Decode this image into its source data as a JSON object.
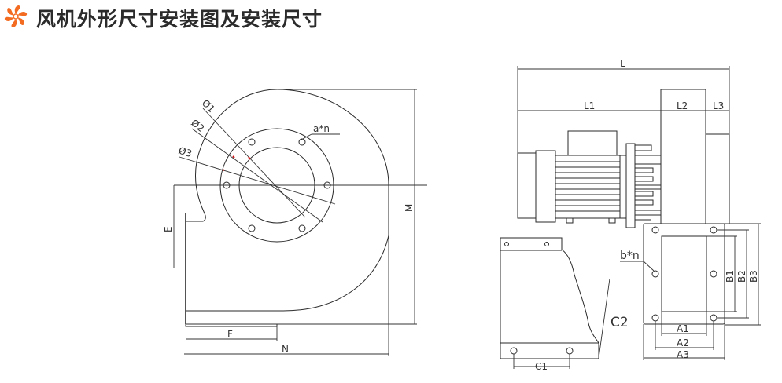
{
  "header": {
    "title": "风机外形尺寸安装图及安装尺寸",
    "logo_icon": "fan-icon",
    "logo_color": "#f26b21"
  },
  "front_view": {
    "labels": {
      "d1": "Ø1",
      "d2": "Ø2",
      "d3": "Ø3",
      "holes": "a*n",
      "E": "E",
      "F": "F",
      "N": "N",
      "M": "M"
    }
  },
  "side_view": {
    "labels": {
      "L": "L",
      "L1": "L1",
      "L2": "L2",
      "L3": "L3"
    }
  },
  "outlet_flange": {
    "labels": {
      "holes": "b*n",
      "A1": "A1",
      "A2": "A2",
      "A3": "A3",
      "B1": "B1",
      "B2": "B2",
      "B3": "B3"
    }
  },
  "bracket": {
    "labels": {
      "C1": "C1",
      "C2": "C2"
    }
  }
}
